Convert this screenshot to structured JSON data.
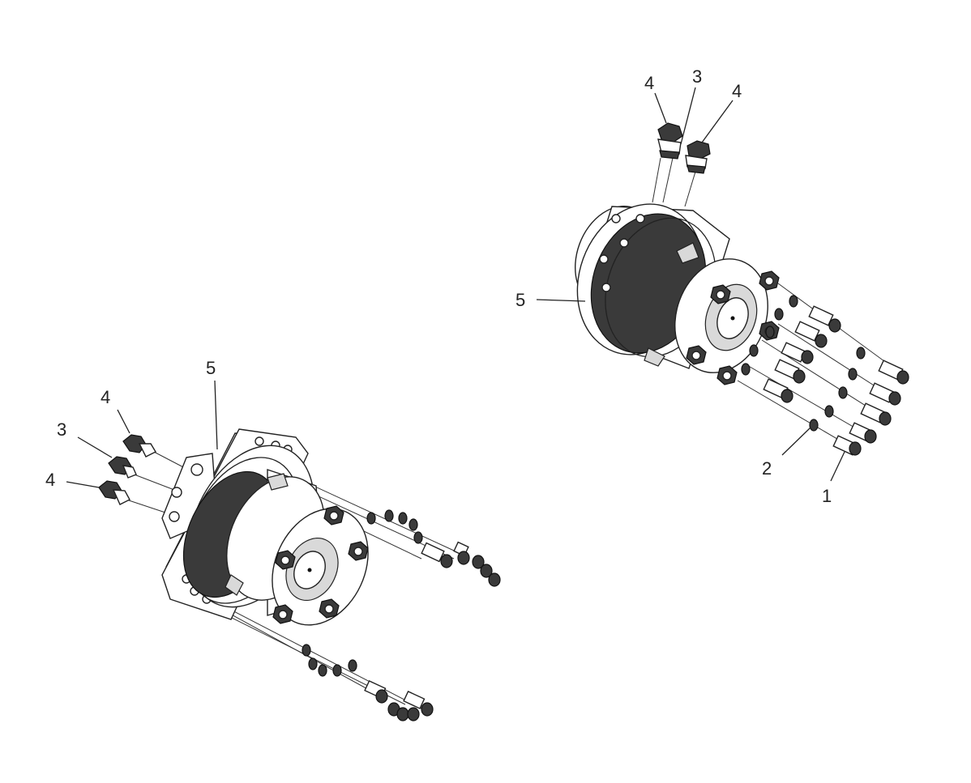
{
  "diagram": {
    "left_assembly": {
      "callouts": [
        "5",
        "4",
        "3",
        "4"
      ]
    },
    "right_assembly": {
      "callouts": [
        "4",
        "3",
        "4",
        "5",
        "2",
        "1"
      ]
    }
  }
}
